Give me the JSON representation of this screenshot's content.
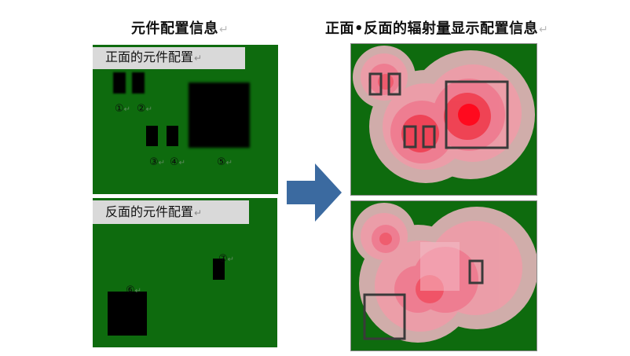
{
  "left_title": "元件配置信息",
  "right_title_parts": [
    "正面•反面的辐射",
    "量",
    "显示配置信息"
  ],
  "return_mark": "↵",
  "front_label": "正面的元件配置",
  "back_label": "反面的元件配置",
  "components": {
    "c1": "①",
    "c2": "②",
    "c3": "③",
    "c4": "④",
    "c5": "⑤",
    "c6": "⑥",
    "c7": "⑦"
  },
  "colors": {
    "board_green": "#0e6b0e",
    "arrow_blue": "#3b6aa0",
    "heat_pink": "#f2b8c6",
    "heat_red": "#ff1f2a",
    "outline_dark": "#3a3a3a"
  }
}
